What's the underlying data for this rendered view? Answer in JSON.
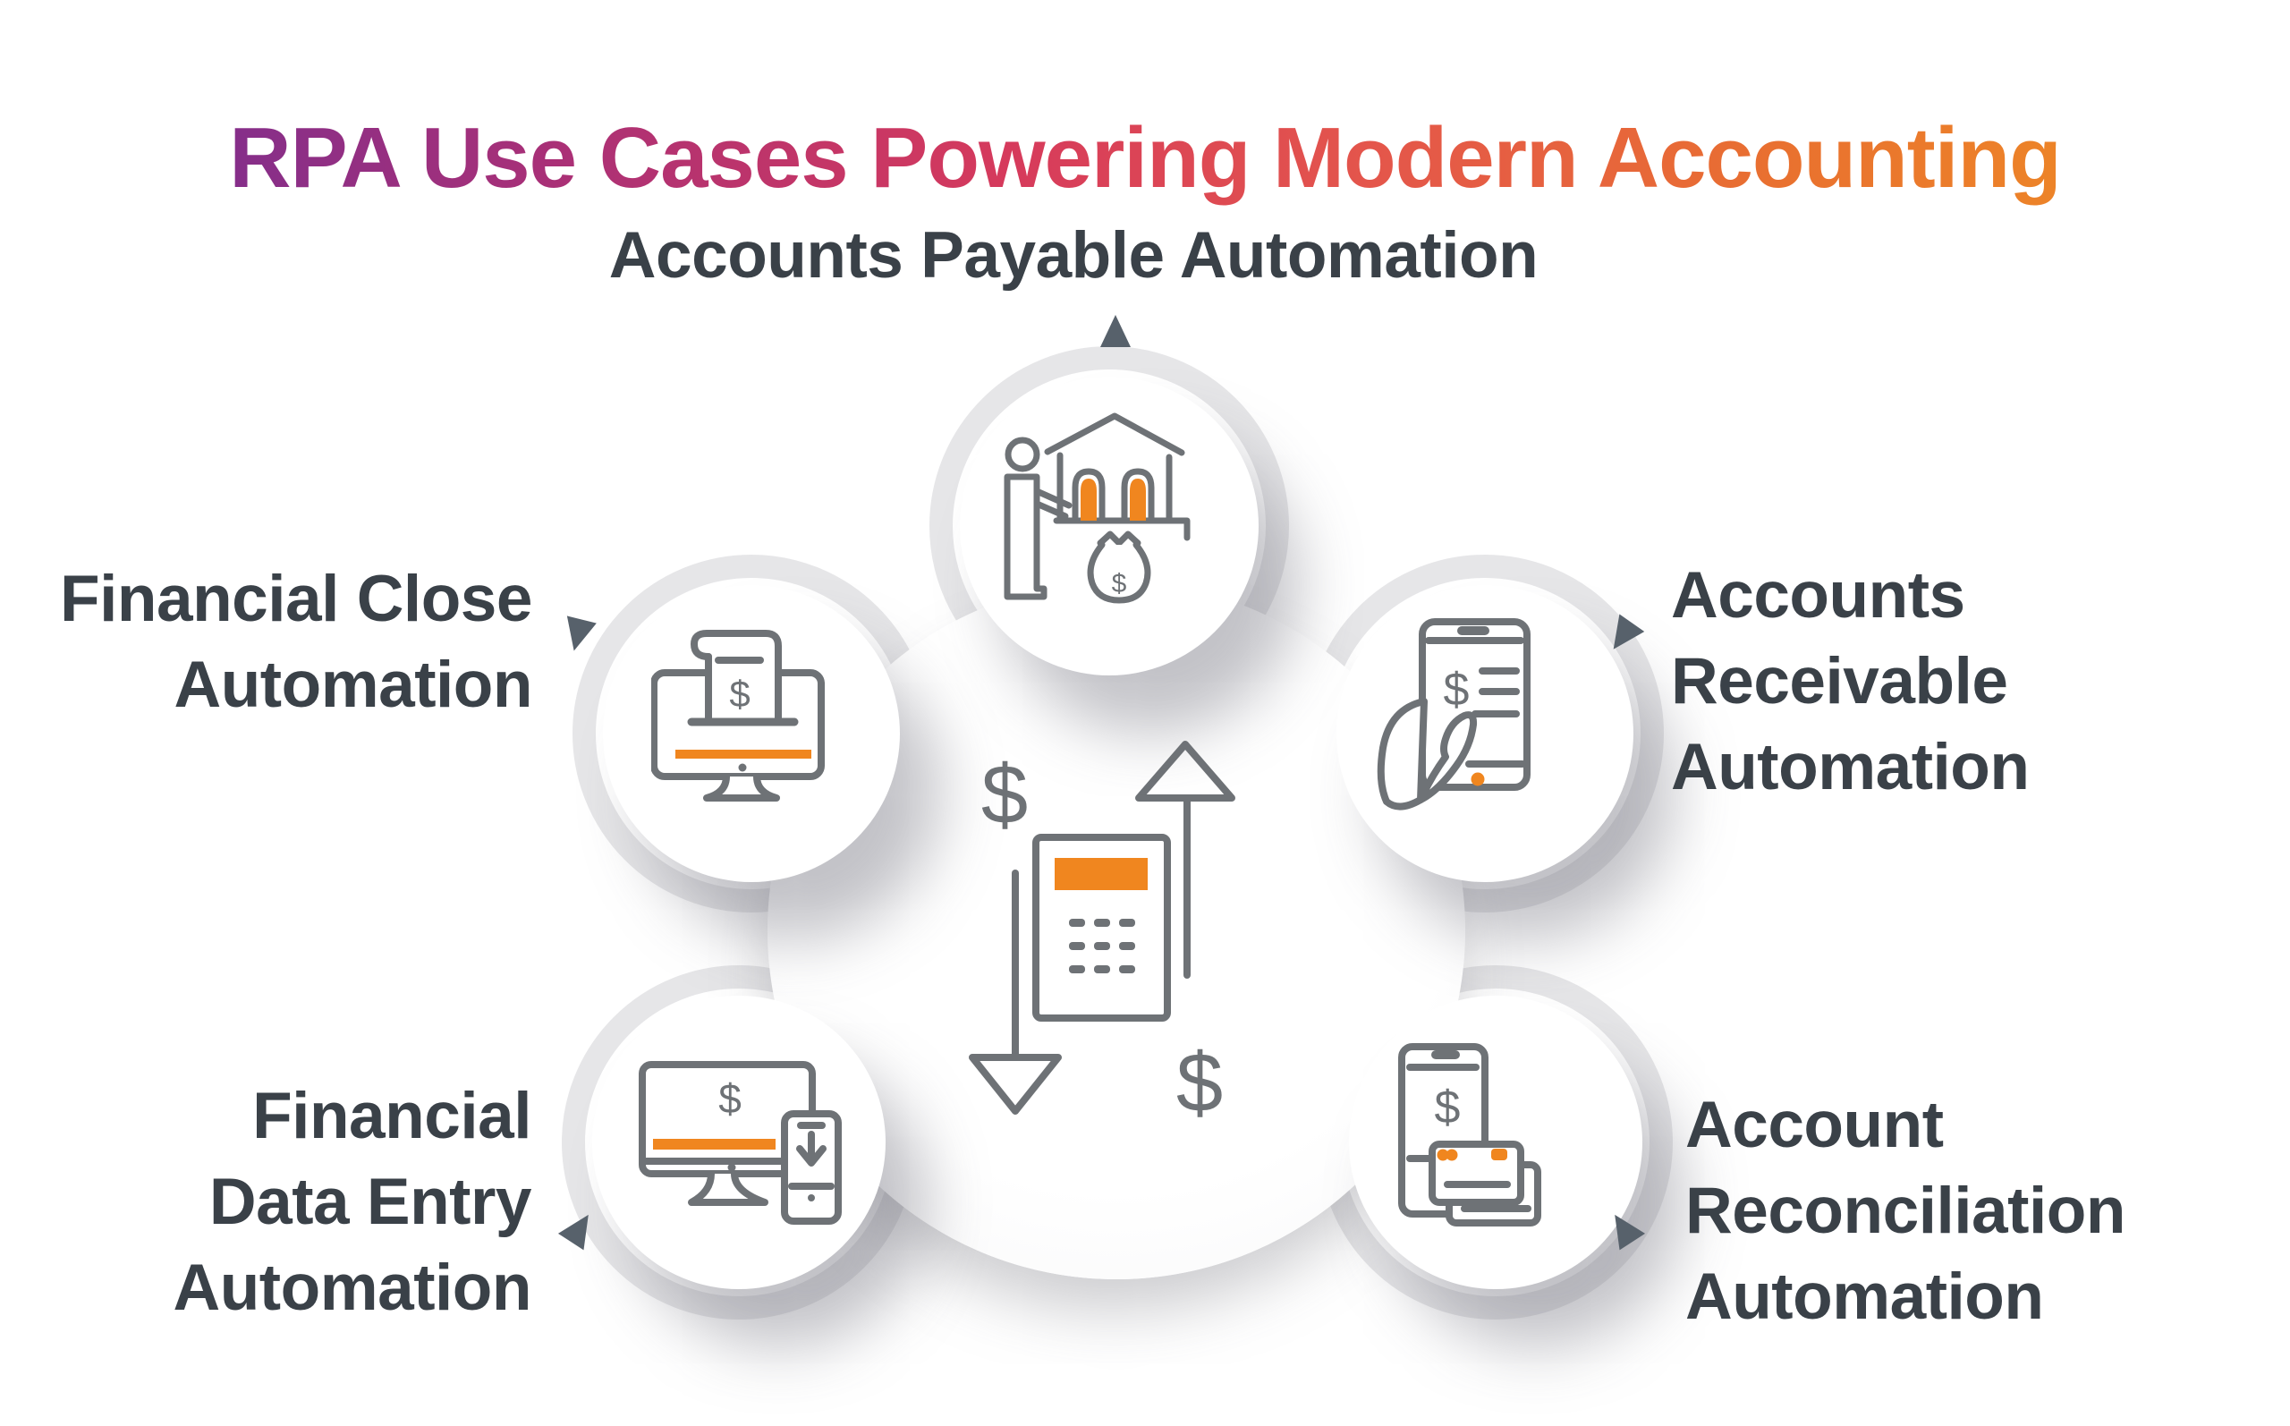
{
  "title": {
    "text": "RPA Use Cases Powering Modern Accounting"
  },
  "currency": {
    "symbol": "$"
  },
  "nodes": [
    {
      "id": "accounts-payable",
      "position": "top",
      "label": "Accounts Payable Automation",
      "label_lines": [
        "Accounts Payable Automation"
      ],
      "icon": "bank-payment-icon"
    },
    {
      "id": "financial-close",
      "position": "left",
      "label": "Financial Close Automation",
      "label_lines": [
        "Financial Close",
        "Automation"
      ],
      "icon": "monitor-receipt-icon"
    },
    {
      "id": "accounts-receivable",
      "position": "right",
      "label": "Accounts Receivable Automation",
      "label_lines": [
        "Accounts",
        "Receivable",
        "Automation"
      ],
      "icon": "hand-phone-invoice-icon"
    },
    {
      "id": "financial-data-entry",
      "position": "bottom-left",
      "label": "Financial Data Entry Automation",
      "label_lines": [
        "Financial",
        "Data Entry",
        "Automation"
      ],
      "icon": "desktop-phone-download-icon"
    },
    {
      "id": "account-reconciliation",
      "position": "bottom-right",
      "label": "Account Reconciliation Automation",
      "label_lines": [
        "Account",
        "Reconciliation",
        "Automation"
      ],
      "icon": "phone-cards-icon"
    }
  ],
  "center": {
    "icon": "calculator-cashflow-icon"
  },
  "colors": {
    "accent_orange": "#F0861F",
    "icon_stroke": "#6E7276",
    "label_text": "#3A4148",
    "ring_gray": "#E6E6E8",
    "pointer_gray": "#57616B",
    "title_gradient": [
      "#7B2E8F",
      "#C2335F",
      "#E4564B",
      "#EE8A26"
    ]
  }
}
